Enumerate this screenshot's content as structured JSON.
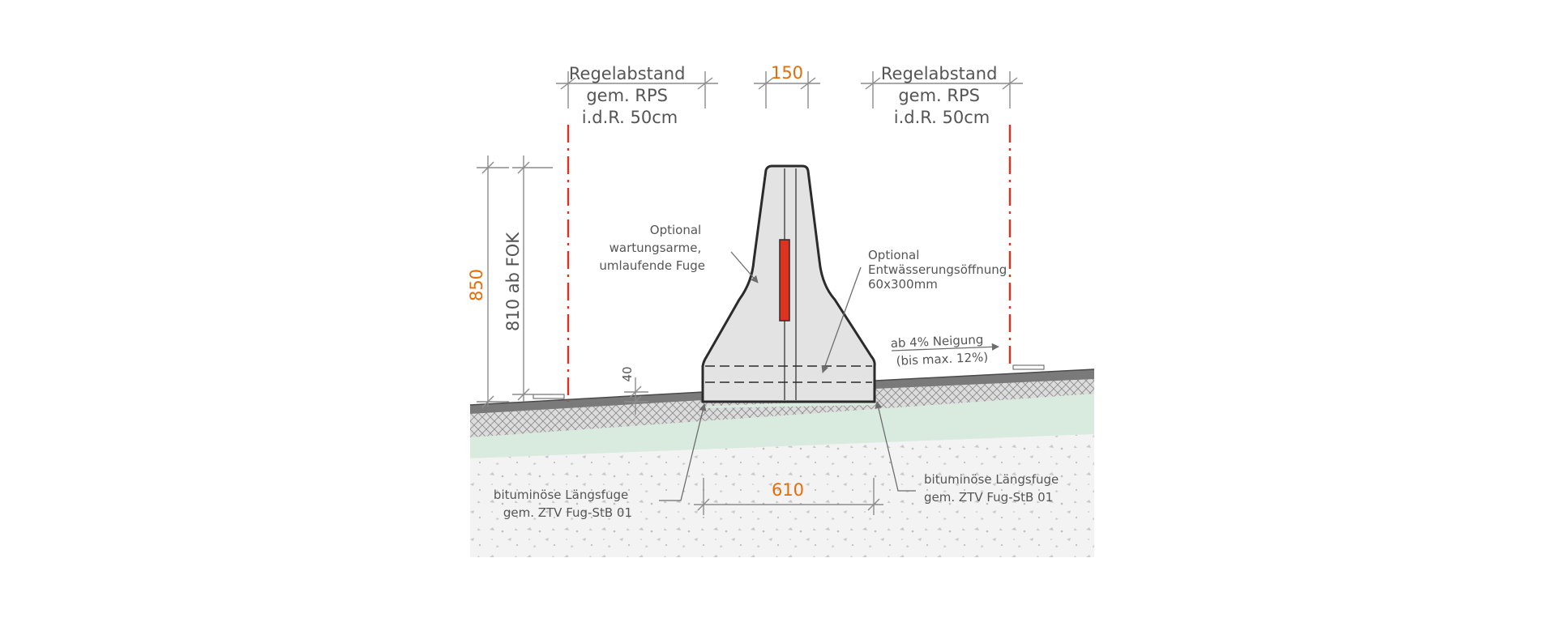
{
  "labels": {
    "left_clearance": [
      "Regelabstand",
      "gem. RPS",
      "i.d.R. 50cm"
    ],
    "right_clearance": [
      "Regelabstand",
      "gem. RPS",
      "i.d.R. 50cm"
    ],
    "top_width": "150",
    "total_height": "850",
    "height_above_fok": "810 ab FOK",
    "embed_depth": "40",
    "base_width": "610",
    "joint_note": [
      "Optional",
      "wartungsarme,",
      "umlaufende Fuge"
    ],
    "drain_note": [
      "Optional",
      "Entwässerungsöffnung",
      "60x300mm"
    ],
    "slope_note": [
      "ab 4% Neigung",
      "(bis max. 12%)"
    ],
    "left_joint": [
      "bituminöse Längsfuge",
      "gem. ZTV Fug-StB 01"
    ],
    "right_joint": [
      "bituminöse Längsfuge",
      "gem. ZTV Fug-StB 01"
    ]
  },
  "colors": {
    "barrier_fill": "#e3e3e3",
    "reflector": "#e0301e",
    "dimension_orange": "#e46c0a",
    "asphalt_top": "#7a7a7a",
    "base_layer": "#d6d6d6",
    "subgrade": "#d9eadf",
    "gravel": "#f2f2f2"
  }
}
